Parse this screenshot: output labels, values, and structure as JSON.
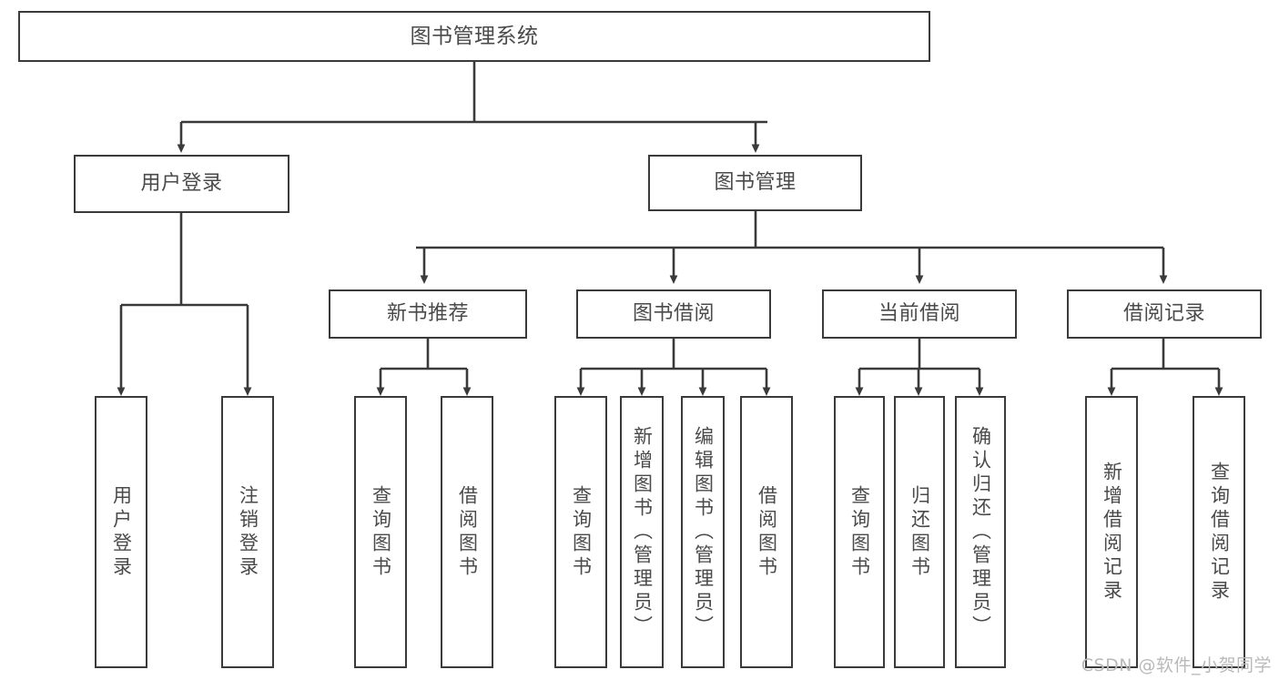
{
  "diagram": {
    "title": "图书管理系统",
    "type": "tree-hierarchy",
    "watermark": "CSDN @软件_小贺同学",
    "colors": {
      "border": "#3a3a3a",
      "text": "#4a4a4a",
      "edge": "#3a3a3a",
      "background": "#ffffff",
      "watermark": "#b9b9b9"
    },
    "root": {
      "label": "图书管理系统"
    },
    "level2": [
      {
        "id": "user-login",
        "label": "用户登录"
      },
      {
        "id": "book-management",
        "label": "图书管理"
      }
    ],
    "level3": [
      {
        "id": "new-book-recommend",
        "label": "新书推荐",
        "parent": "book-management"
      },
      {
        "id": "book-borrow",
        "label": "图书借阅",
        "parent": "book-management"
      },
      {
        "id": "current-borrow",
        "label": "当前借阅",
        "parent": "book-management"
      },
      {
        "id": "borrow-record",
        "label": "借阅记录",
        "parent": "book-management"
      }
    ],
    "leaves": [
      {
        "id": "leaf-user-login",
        "label": "用户登录",
        "parent": "user-login"
      },
      {
        "id": "leaf-logout",
        "label": "注销登录",
        "parent": "user-login"
      },
      {
        "id": "leaf-query-book-1",
        "label": "查询图书",
        "parent": "new-book-recommend"
      },
      {
        "id": "leaf-borrow-book-1",
        "label": "借阅图书",
        "parent": "new-book-recommend"
      },
      {
        "id": "leaf-query-book-2",
        "label": "查询图书",
        "parent": "book-borrow"
      },
      {
        "id": "leaf-add-book",
        "label": "新增图书（管理员）",
        "parent": "book-borrow"
      },
      {
        "id": "leaf-edit-book",
        "label": "编辑图书（管理员）",
        "parent": "book-borrow"
      },
      {
        "id": "leaf-borrow-book-2",
        "label": "借阅图书",
        "parent": "book-borrow"
      },
      {
        "id": "leaf-query-book-3",
        "label": "查询图书",
        "parent": "current-borrow"
      },
      {
        "id": "leaf-return-book",
        "label": "归还图书",
        "parent": "current-borrow"
      },
      {
        "id": "leaf-confirm-return",
        "label": "确认归还（管理员）",
        "parent": "current-borrow"
      },
      {
        "id": "leaf-add-record",
        "label": "新增借阅记录",
        "parent": "borrow-record"
      },
      {
        "id": "leaf-query-record",
        "label": "查询借阅记录",
        "parent": "borrow-record"
      }
    ]
  }
}
